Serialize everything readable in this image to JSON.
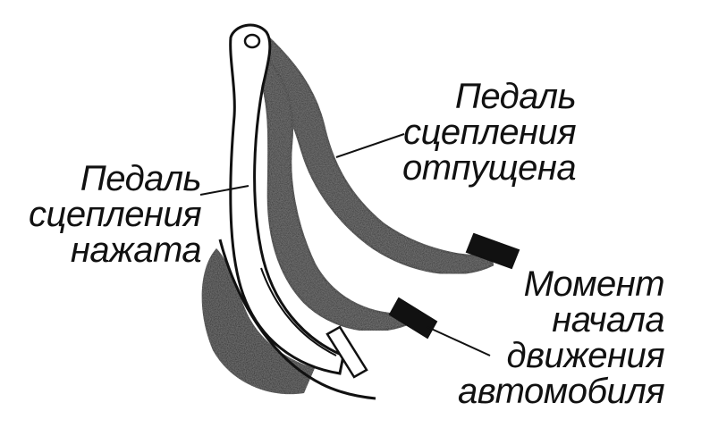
{
  "labels": {
    "pressed": [
      "Педаль",
      "сцепления",
      "нажата"
    ],
    "released": [
      "Педаль",
      "сцепления",
      "отпущена"
    ],
    "engage": [
      "Момент",
      "начала",
      "движения",
      "автомобиля"
    ]
  },
  "colors": {
    "dark_pedal": "#2c2c2c",
    "light_pedal": "#ffffff",
    "outline": "#111111",
    "text": "#111111",
    "floor_shadow": "#1e1e1e"
  }
}
